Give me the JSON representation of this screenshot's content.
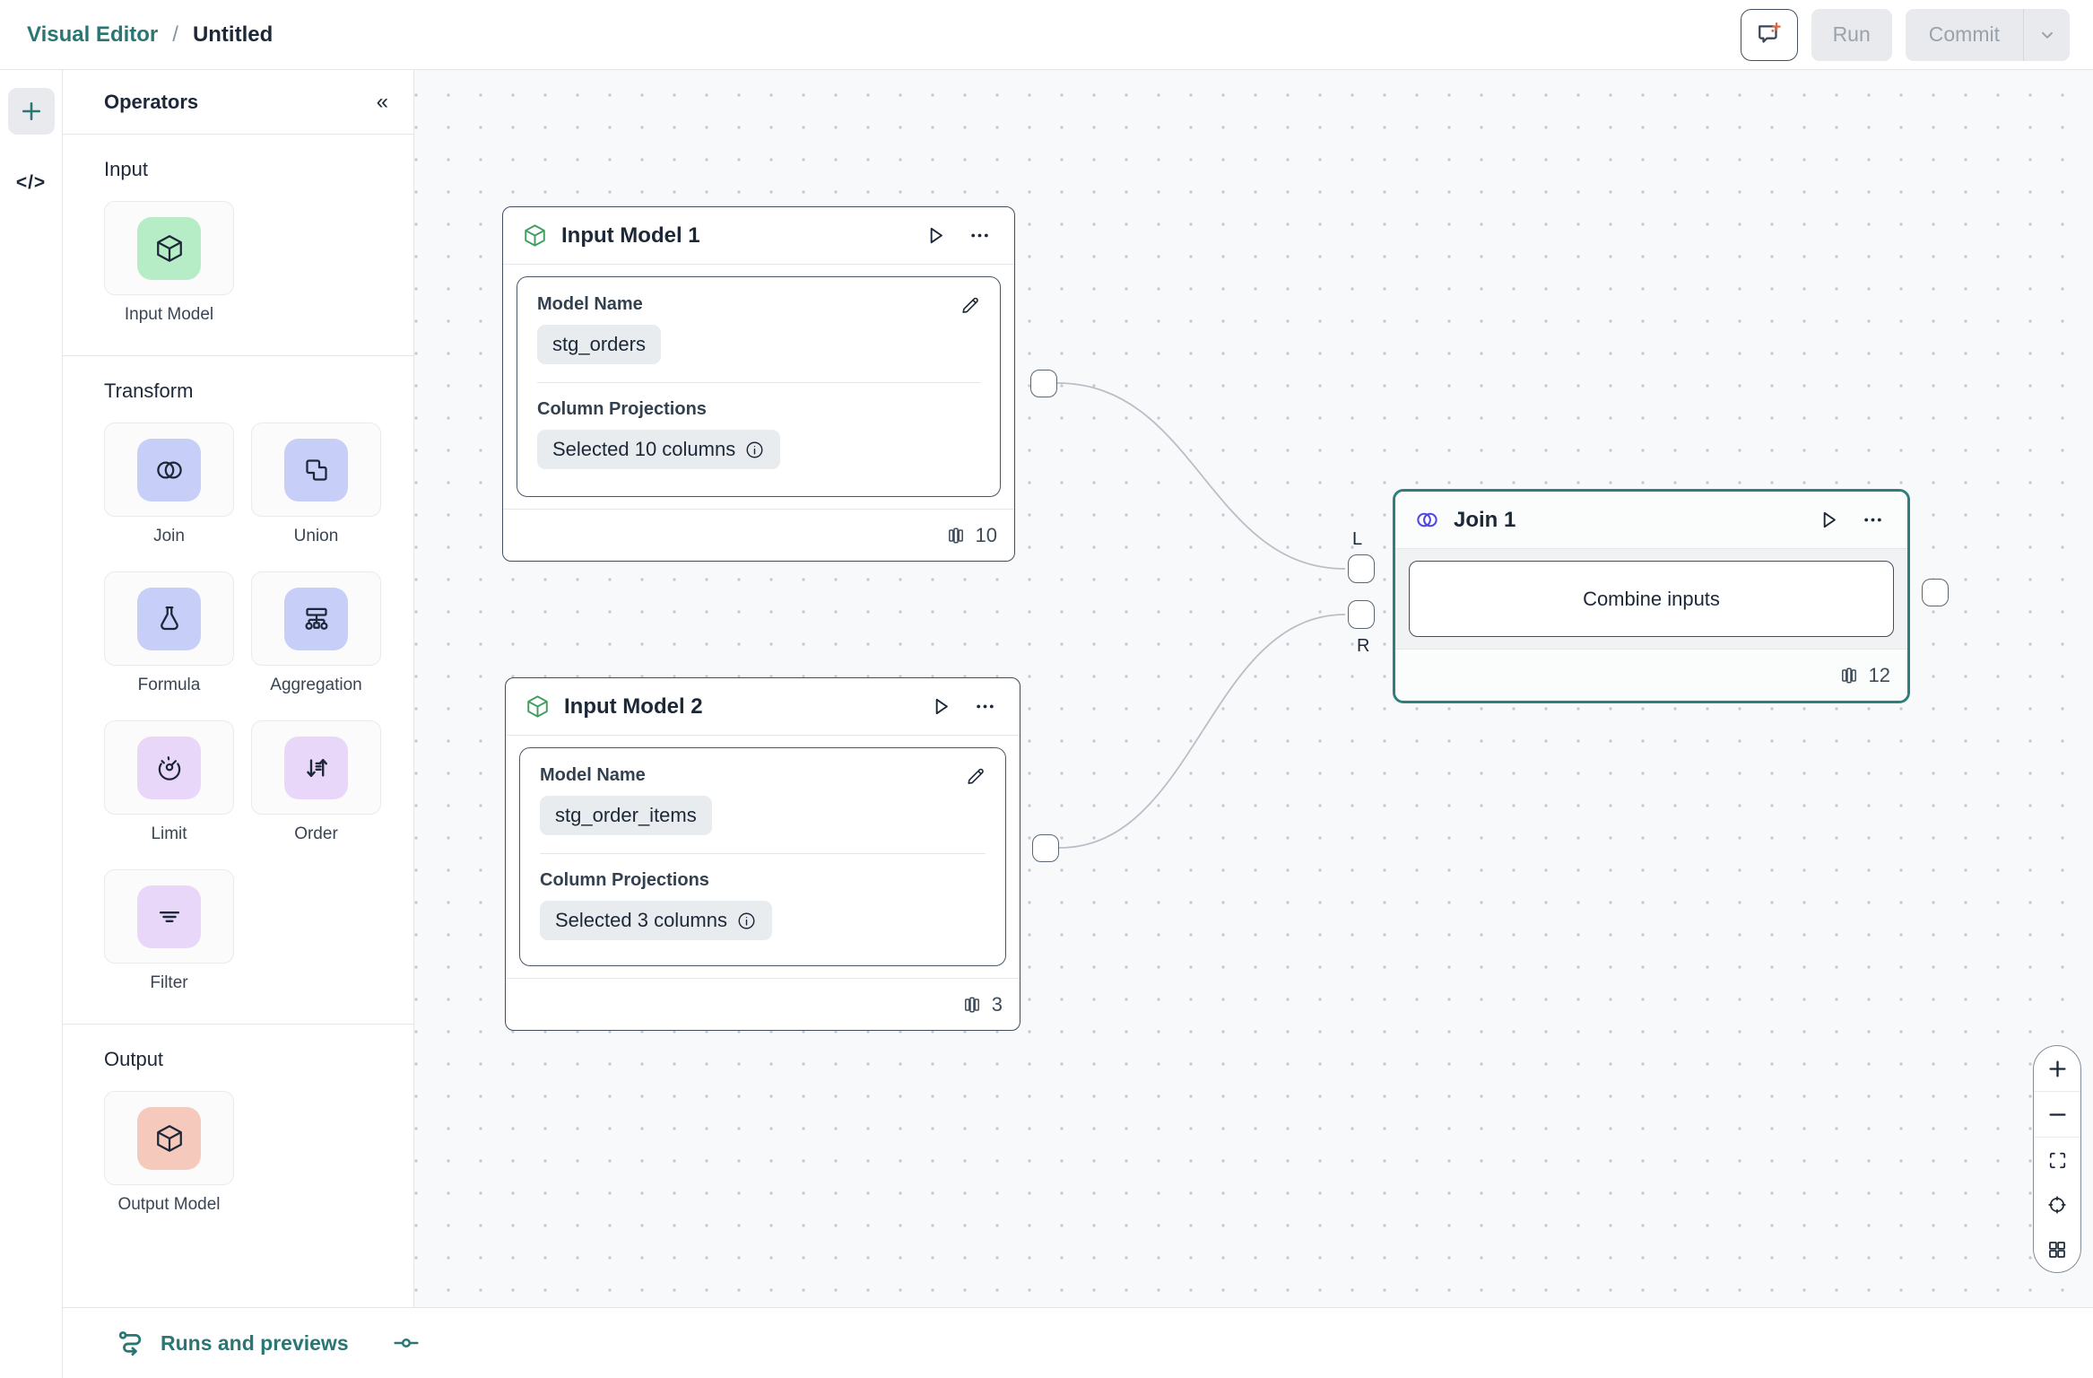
{
  "header": {
    "breadcrumb": {
      "app": "Visual Editor",
      "separator": "/",
      "document": "Untitled"
    },
    "actions": {
      "ai_icon": "comment-sparkles-icon",
      "run_label": "Run",
      "commit_label": "Commit",
      "commit_menu_icon": "chevron-down-icon"
    }
  },
  "rail": {
    "add_icon": "plus-icon",
    "code_label": "</>"
  },
  "operators_panel": {
    "title": "Operators",
    "collapse_glyph": "«",
    "sections": [
      {
        "label": "Input",
        "items": [
          {
            "label": "Input Model",
            "icon": "cube-icon",
            "tile_color": "#b6ecc6"
          }
        ]
      },
      {
        "label": "Transform",
        "items": [
          {
            "label": "Join",
            "icon": "join-circles-icon",
            "tile_color": "#c7cef8"
          },
          {
            "label": "Union",
            "icon": "union-shapes-icon",
            "tile_color": "#c7cef8"
          },
          {
            "label": "Formula",
            "icon": "flask-icon",
            "tile_color": "#c7cef8"
          },
          {
            "label": "Aggregation",
            "icon": "aggregation-tree-icon",
            "tile_color": "#c7cef8"
          },
          {
            "label": "Limit",
            "icon": "gauge-icon",
            "tile_color": "#e9d7f9"
          },
          {
            "label": "Order",
            "icon": "sort-arrows-icon",
            "tile_color": "#e9d7f9"
          },
          {
            "label": "Filter",
            "icon": "filter-lines-icon",
            "tile_color": "#e9d7f9"
          }
        ]
      },
      {
        "label": "Output",
        "items": [
          {
            "label": "Output Model",
            "icon": "cube-icon",
            "tile_color": "#f6c9bd"
          }
        ]
      }
    ]
  },
  "canvas": {
    "nodes": [
      {
        "title": "Input Model 1",
        "type": "input_model",
        "header_icon": "cube-icon",
        "model_name_label": "Model Name",
        "model_name_value": "stg_orders",
        "projections_label": "Column Projections",
        "projections_value": "Selected 10 columns",
        "column_count": "10"
      },
      {
        "title": "Input Model 2",
        "type": "input_model",
        "header_icon": "cube-icon",
        "model_name_label": "Model Name",
        "model_name_value": "stg_order_items",
        "projections_label": "Column Projections",
        "projections_value": "Selected 3 columns",
        "column_count": "3"
      },
      {
        "title": "Join 1",
        "type": "join",
        "header_icon": "join-circles-icon",
        "button_label": "Combine inputs",
        "column_count": "12",
        "ports": {
          "left": "L",
          "right": "R"
        }
      }
    ],
    "zoom_controls": {
      "icons": [
        "zoom-in-icon",
        "zoom-out-icon",
        "fit-view-icon",
        "target-icon",
        "minimap-grid-icon"
      ]
    }
  },
  "footer": {
    "runs_label": "Runs and previews",
    "runs_icon": "route-icon",
    "ref_icon": "slider-ref-icon"
  },
  "colors": {
    "brand_teal": "#2a7673",
    "selection_teal": "#2e7e7b",
    "node_border": "#414e5e",
    "node_green_icon": "#3f9e5f",
    "join_indigo_icon": "#5145e5",
    "sparkle_orange": "#e4643f",
    "tile_green": "#b6ecc6",
    "tile_indigo": "#c7cef8",
    "tile_lilac": "#e9d7f9",
    "tile_salmon": "#f6c9bd",
    "chip_bg": "#e9ecef",
    "canvas_bg": "#f8f9fa",
    "disabled_btn_bg": "#e8eaed",
    "disabled_btn_text": "#9aa2ac"
  }
}
